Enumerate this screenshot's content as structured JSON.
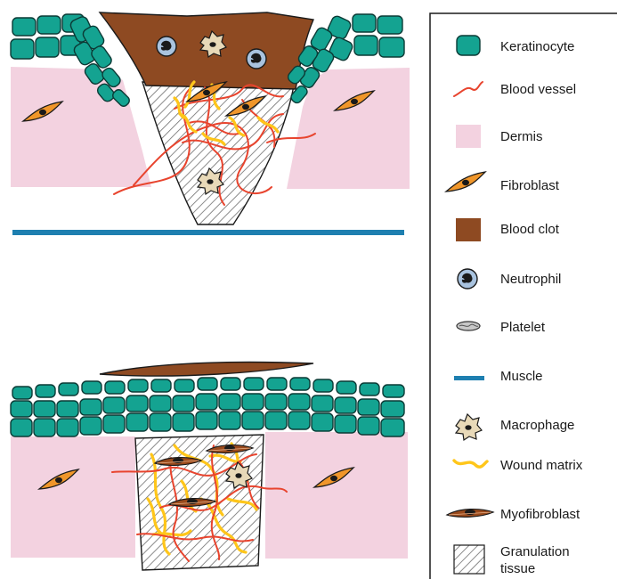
{
  "colors": {
    "keratinocyte": "#14a391",
    "keratinocyte_stroke": "#0b3b36",
    "blood_vessel": "#e8442e",
    "dermis": "#f3d2e0",
    "fibroblast": "#f0962a",
    "blood_clot": "#8e4a22",
    "neutrophil": "#a9c3df",
    "muscle": "#1e7fb0",
    "macrophage": "#e8d9b8",
    "wound_matrix": "#ffc61a",
    "myofibroblast": "#9a4a1c"
  },
  "legend": {
    "items": [
      {
        "key": "keratinocyte",
        "icon": "keratinocyte-icon",
        "label": "Keratinocyte"
      },
      {
        "key": "blood_vessel",
        "icon": "blood-vessel-icon",
        "label": "Blood vessel"
      },
      {
        "key": "dermis",
        "icon": "dermis-icon",
        "label": "Dermis"
      },
      {
        "key": "fibroblast",
        "icon": "fibroblast-icon",
        "label": "Fibroblast"
      },
      {
        "key": "blood_clot",
        "icon": "blood-clot-icon",
        "label": "Blood clot"
      },
      {
        "key": "neutrophil",
        "icon": "neutrophil-icon",
        "label": "Neutrophil"
      },
      {
        "key": "platelet",
        "icon": "platelet-icon",
        "label": "Platelet"
      },
      {
        "key": "muscle",
        "icon": "muscle-icon",
        "label": "Muscle"
      },
      {
        "key": "macrophage",
        "icon": "macrophage-icon",
        "label": "Macrophage"
      },
      {
        "key": "wound_matrix",
        "icon": "wound-matrix-icon",
        "label": "Wound matrix"
      },
      {
        "key": "myofibroblast",
        "icon": "myofibroblast-icon",
        "label": "Myofibroblast"
      },
      {
        "key": "granulation_tissue",
        "icon": "granulation-tissue-icon",
        "label_line1": "Granulation",
        "label_line2": "tissue"
      }
    ]
  }
}
